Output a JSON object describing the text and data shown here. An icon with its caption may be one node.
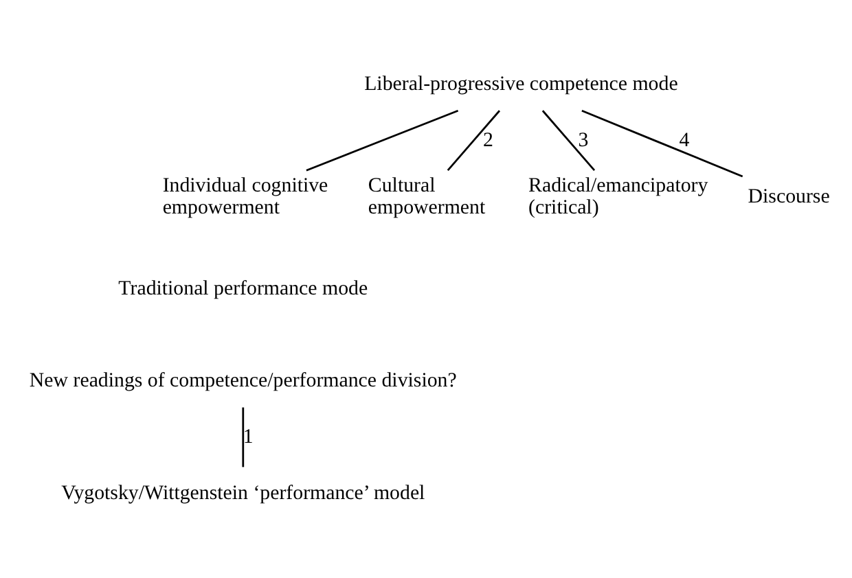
{
  "diagram": {
    "nodes": [
      {
        "text": [
          "Liberal-progressive competence mode"
        ]
      },
      {
        "text": [
          "Individual cognitive empowerment"
        ]
      },
      {
        "text": [
          "Cultural empowerment"
        ]
      },
      {
        "text": [
          "Radical/emancipatory (critical)"
        ]
      },
      {
        "text": [
          "Discourse"
        ]
      },
      {
        "text": [
          "Traditional performance mode"
        ]
      },
      {
        "text": [
          "New readings of competence/performance division?"
        ]
      },
      {
        "text": [
          "Vygotsky/Wittgenstein ‘performance’ model"
        ]
      }
    ],
    "edges": [
      {
        "from": 0,
        "to": 1,
        "arrow": "none"
      },
      {
        "from": 0,
        "to": 2,
        "arrow": "none",
        "label": "2"
      },
      {
        "from": 0,
        "to": 3,
        "arrow": "none",
        "label": "3"
      },
      {
        "from": 0,
        "to": 4,
        "arrow": "none",
        "label": "4"
      },
      {
        "from": 6,
        "to": 7,
        "arrow": "none",
        "label": "1"
      }
    ]
  }
}
